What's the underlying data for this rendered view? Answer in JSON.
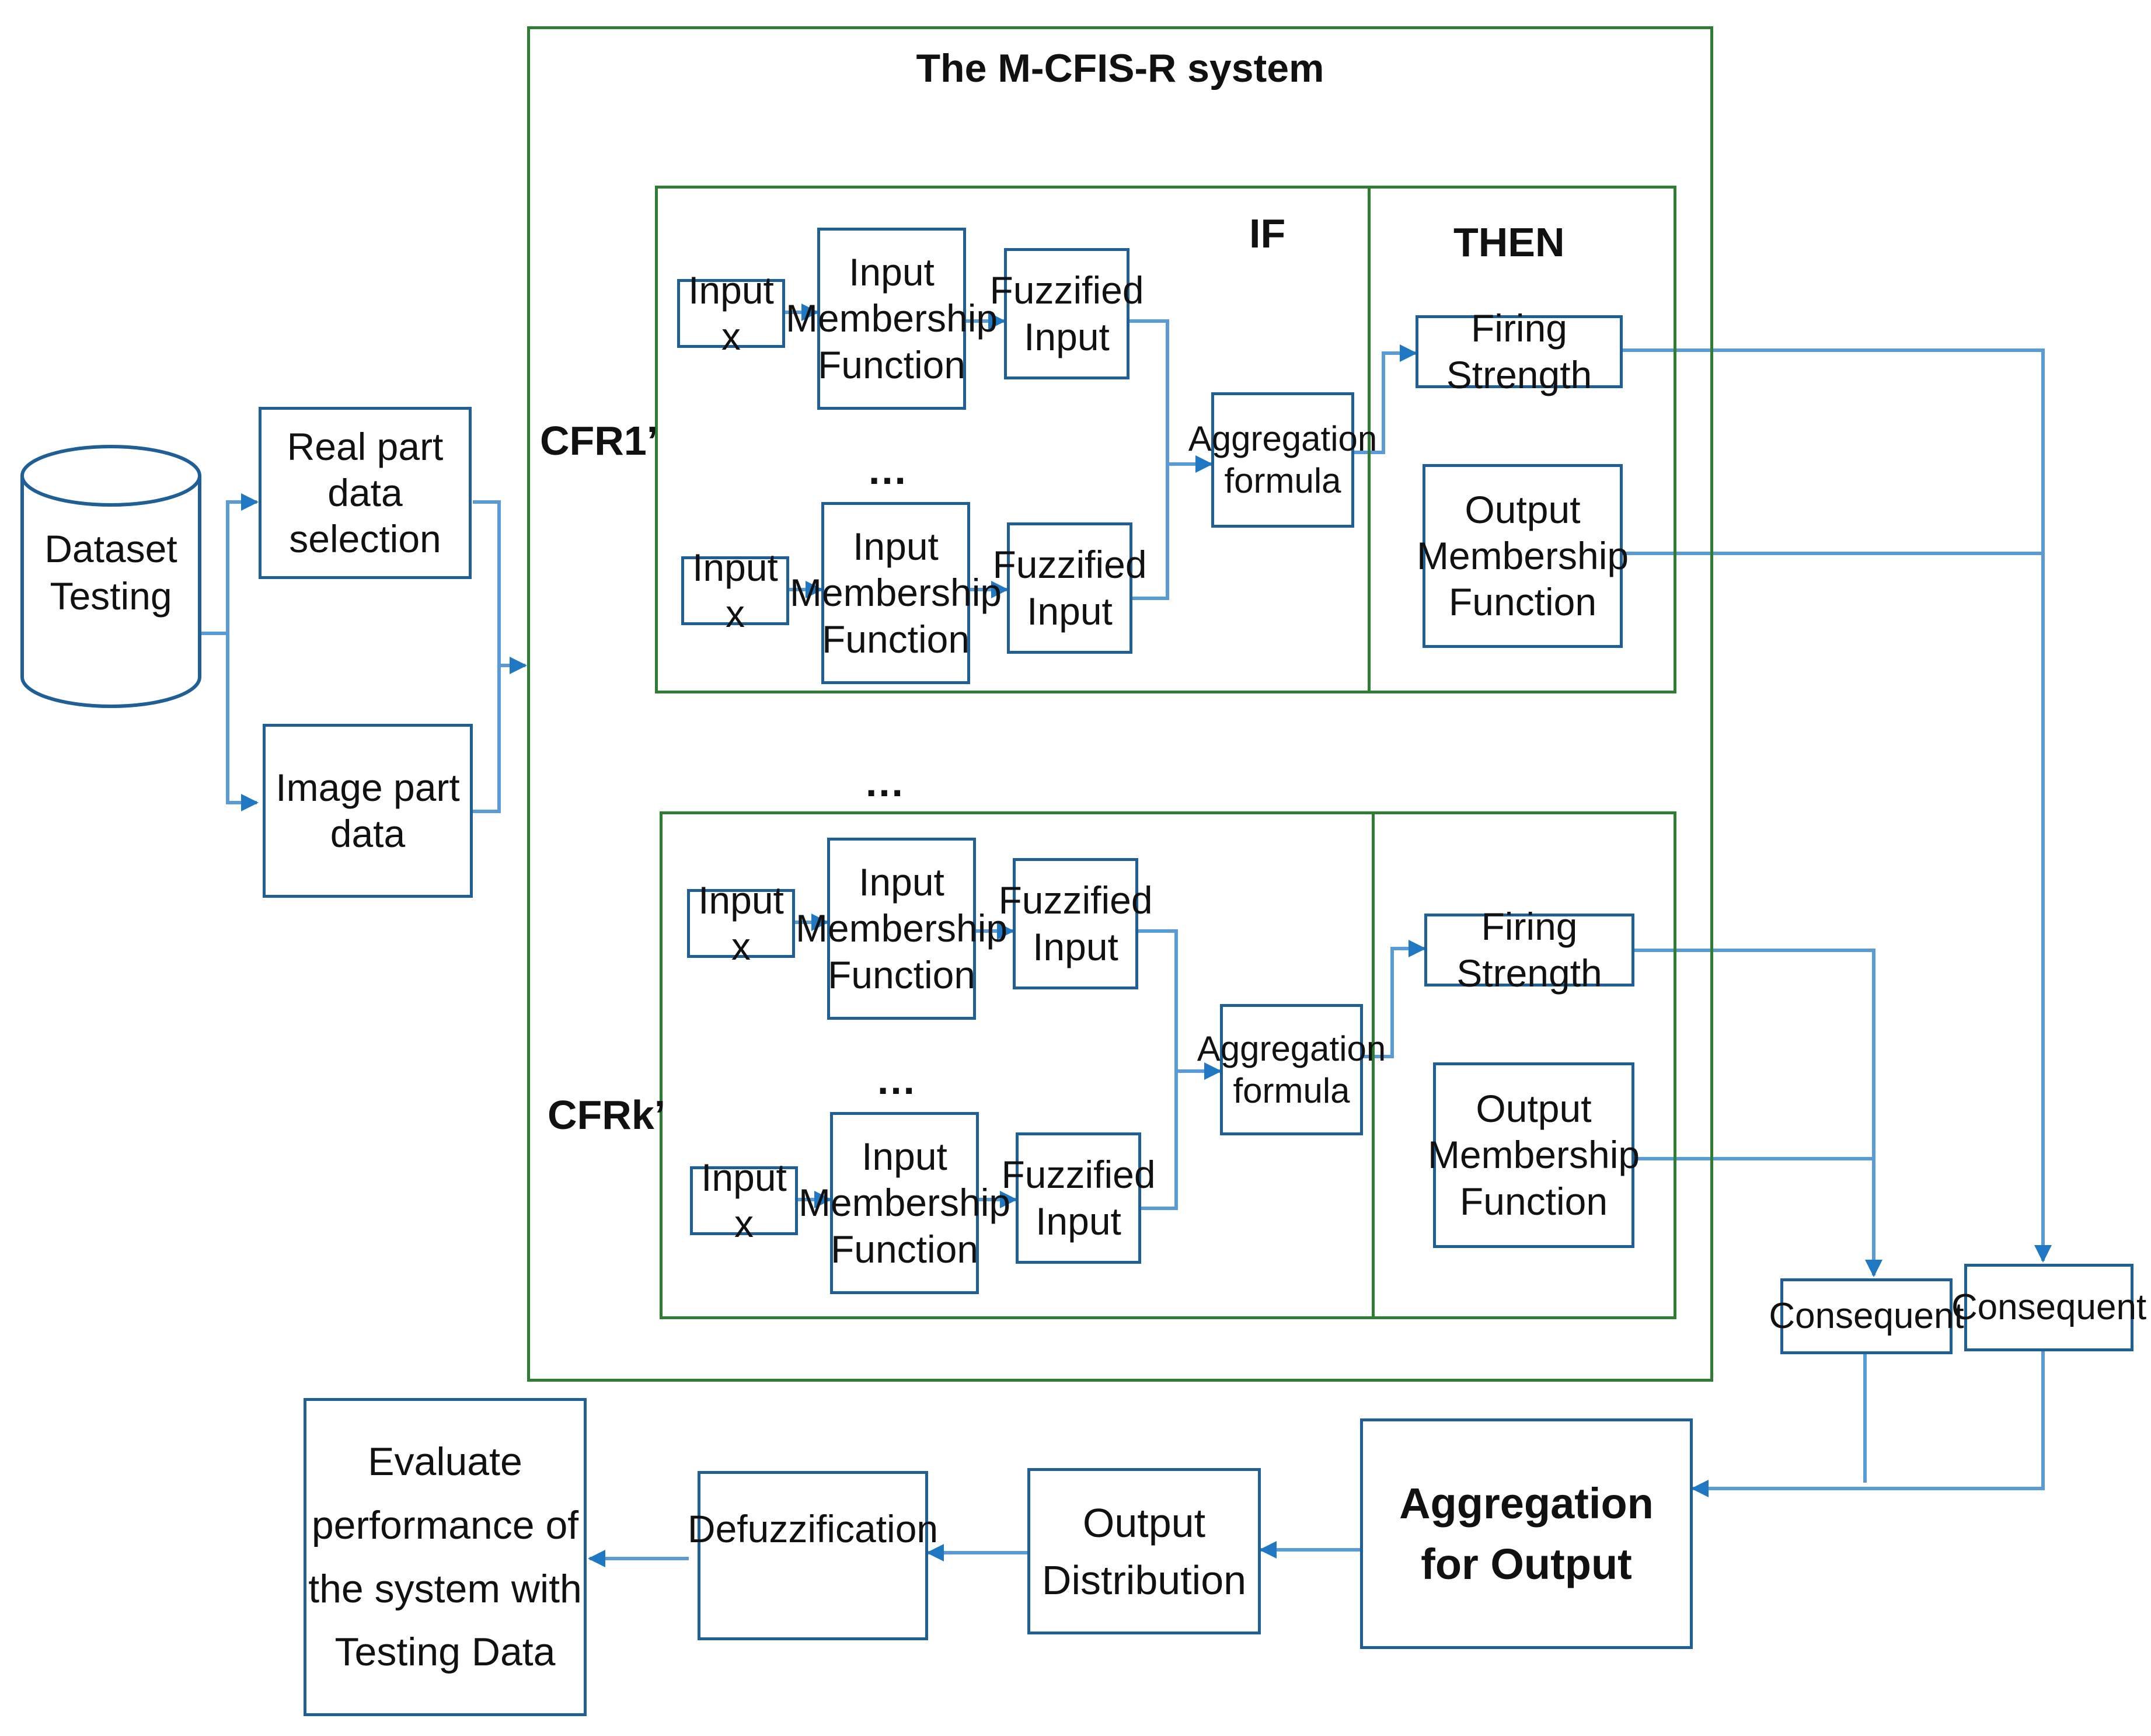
{
  "system_title": "The M-CFIS-R system",
  "labels": {
    "if": "IF",
    "then": "THEN",
    "cfr1": "CFR1’",
    "cfrk": "CFRk’",
    "ellipsis": "…"
  },
  "left": {
    "dataset_line1": "Dataset",
    "dataset_line2": "Testing",
    "real_line1": "Real part",
    "real_line2": "data selection",
    "image_line1": "Image part",
    "image_line2": "data"
  },
  "rule": {
    "input_x": "Input x",
    "imf_line1": "Input",
    "imf_line2": "Membership",
    "imf_line3": "Function",
    "fuzz_line1": "Fuzzified",
    "fuzz_line2": "Input",
    "agg_line1": "Aggregation",
    "agg_line2": "formula",
    "firing": "Firing Strength",
    "omf_line1": "Output",
    "omf_line2": "Membership",
    "omf_line3": "Function"
  },
  "bottom": {
    "consequent": "Consequent",
    "agg_out_line1": "Aggregation",
    "agg_out_line2": "for Output",
    "out_dist_line1": "Output",
    "out_dist_line2": "Distribution",
    "defuzz": "Defuzzification",
    "eval_line1": "Evaluate",
    "eval_line2": "performance of",
    "eval_line3": "the system with",
    "eval_line4": "Testing Data"
  },
  "colors": {
    "box_border": "#1f5f96",
    "container_border": "#2e7d32",
    "connector": "#5b9bd5",
    "arrowhead": "#1f78c1"
  }
}
